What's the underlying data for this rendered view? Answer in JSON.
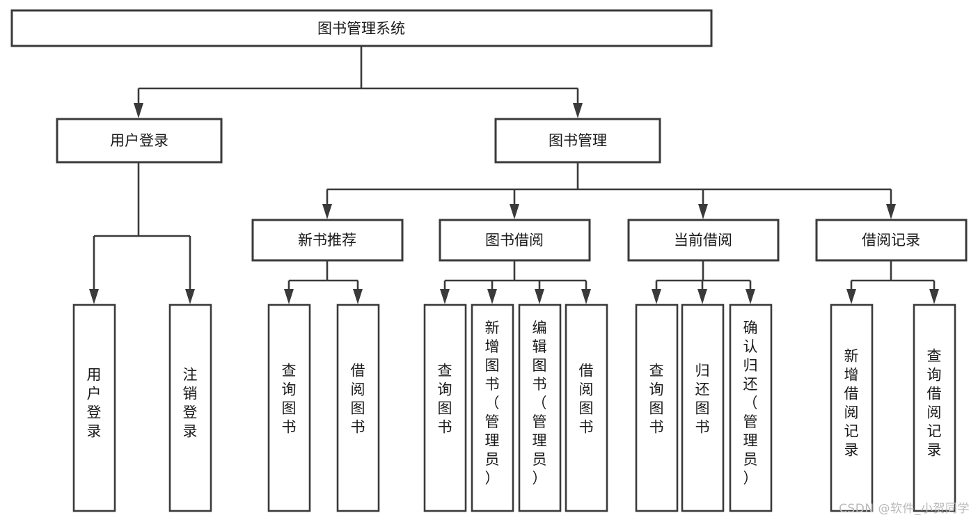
{
  "diagram": {
    "type": "tree",
    "title": "图书管理系统",
    "watermark": "CSDN @软件_小贺同学",
    "orientation": "top-down",
    "colors": {
      "box_stroke": "#3a3a3a",
      "box_fill": "#ffffff",
      "connector": "#3a3a3a",
      "text": "#1a1a1a",
      "watermark": "#b9b9b9",
      "background": "#ffffff"
    },
    "levels": [
      {
        "level": 0,
        "count": 1
      },
      {
        "level": 1,
        "count": 2
      },
      {
        "level": 2,
        "count": 4
      },
      {
        "level": 3,
        "count": 13
      }
    ],
    "nodes": {
      "root": {
        "label": "图书管理系统",
        "orientation": "horizontal"
      },
      "level1": [
        {
          "id": "user-login",
          "label": "用户登录",
          "orientation": "horizontal"
        },
        {
          "id": "book-manage",
          "label": "图书管理",
          "orientation": "horizontal"
        }
      ],
      "level2": [
        {
          "id": "new-book-recommend",
          "label": "新书推荐",
          "orientation": "horizontal",
          "parent": "book-manage"
        },
        {
          "id": "book-borrow",
          "label": "图书借阅",
          "orientation": "horizontal",
          "parent": "book-manage"
        },
        {
          "id": "current-borrow",
          "label": "当前借阅",
          "orientation": "horizontal",
          "parent": "book-manage"
        },
        {
          "id": "borrow-record",
          "label": "借阅记录",
          "orientation": "horizontal",
          "parent": "book-manage"
        }
      ],
      "leaves": [
        {
          "id": "leaf-user-login",
          "label": "用户登录",
          "parent": "user-login",
          "orientation": "vertical"
        },
        {
          "id": "leaf-user-logout",
          "label": "注销登录",
          "parent": "user-login",
          "orientation": "vertical"
        },
        {
          "id": "leaf-query-book-rec",
          "label": "查询图书",
          "parent": "new-book-recommend",
          "orientation": "vertical"
        },
        {
          "id": "leaf-borrow-book-rec",
          "label": "借阅图书",
          "parent": "new-book-recommend",
          "orientation": "vertical"
        },
        {
          "id": "leaf-query-book-borrow",
          "label": "查询图书",
          "parent": "book-borrow",
          "orientation": "vertical"
        },
        {
          "id": "leaf-add-book",
          "label": "新增图书（管理员）",
          "parent": "book-borrow",
          "orientation": "vertical"
        },
        {
          "id": "leaf-edit-book",
          "label": "编辑图书（管理员）",
          "parent": "book-borrow",
          "orientation": "vertical"
        },
        {
          "id": "leaf-borrow-book",
          "label": "借阅图书",
          "parent": "book-borrow",
          "orientation": "vertical"
        },
        {
          "id": "leaf-query-book-current",
          "label": "查询图书",
          "parent": "current-borrow",
          "orientation": "vertical"
        },
        {
          "id": "leaf-return-book",
          "label": "归还图书",
          "parent": "current-borrow",
          "orientation": "vertical"
        },
        {
          "id": "leaf-confirm-return",
          "label": "确认归还（管理员）",
          "parent": "current-borrow",
          "orientation": "vertical"
        },
        {
          "id": "leaf-add-record",
          "label": "新增借阅记录",
          "parent": "borrow-record",
          "orientation": "vertical"
        },
        {
          "id": "leaf-query-record",
          "label": "查询借阅记录",
          "parent": "borrow-record",
          "orientation": "vertical"
        }
      ]
    }
  }
}
